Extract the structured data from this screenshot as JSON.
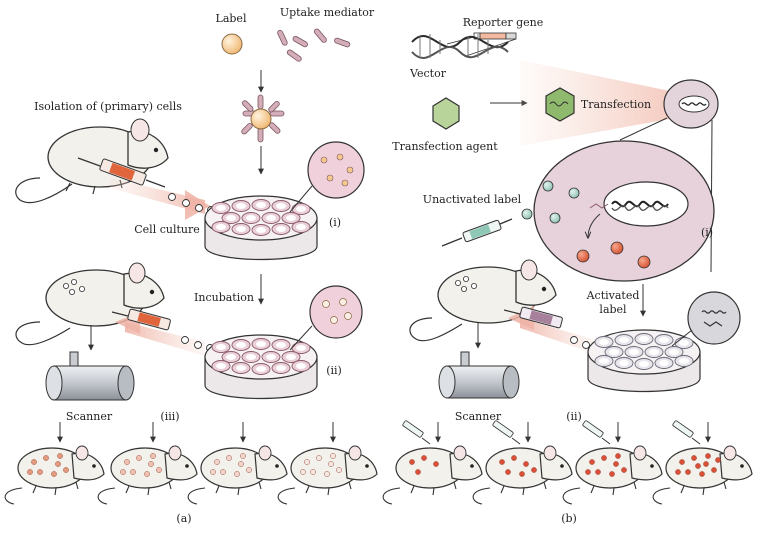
{
  "colors": {
    "mouse_body": "#f2f1ec",
    "mouse_outline": "#333333",
    "dish_fill": "#f3eef0",
    "cell_fill": "#e6c9d2",
    "cell_ring": "#b8848f",
    "label_sphere": "#f6c88e",
    "mediator": "#c9a3ae",
    "beam": "#f4cfc6",
    "hex_agent": "#b8d49a",
    "hex_agent_dark": "#7fa65a",
    "big_cell": "#e7d2dc",
    "teal_dot": "#a9cfc3",
    "red_dot": "#e06b4e",
    "syringe_red": "#e0653c",
    "syringe_purple": "#a7819c",
    "syringe_teal": "#8fc7b6",
    "dna_dark": "#2b2b2b",
    "reporter_bar": "#f0b9a0",
    "scanner": "#c9ccd1"
  },
  "panel_a": {
    "label_text": "Label",
    "uptake_text": "Uptake mediator",
    "isolation_text": "Isolation of (primary) cells",
    "cell_culture_text": "Cell culture",
    "incubation_text": "Incubation",
    "scanner_text": "Scanner",
    "roman_i": "(i)",
    "roman_ii": "(ii)",
    "roman_iii": "(iii)",
    "panel_letter": "(a)"
  },
  "panel_b": {
    "reporter_text": "Reporter gene",
    "vector_text": "Vector",
    "transfection_agent_text": "Transfection agent",
    "transfection_text": "Transfection",
    "unactivated_text": "Unactivated label",
    "activated_text_1": "Activated",
    "activated_text_2": "label",
    "scanner_text": "Scanner",
    "roman_i": "(i)",
    "roman_ii": "(ii)",
    "panel_letter": "(b)"
  }
}
